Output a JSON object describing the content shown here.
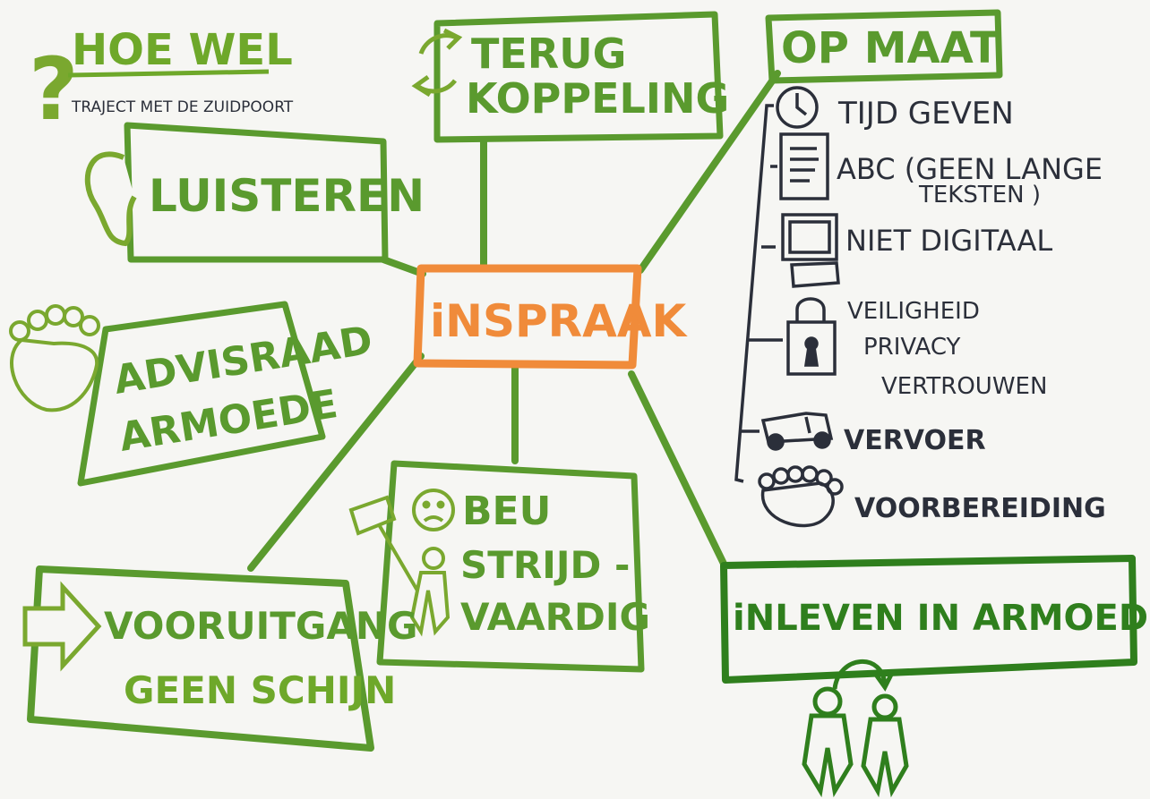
{
  "colors": {
    "paper": "#f6f6f3",
    "green": "#5a9a2e",
    "green_dark": "#2f7f1d",
    "orange": "#f08b3a",
    "ink": "#2b2f3a"
  },
  "header": {
    "question": "HOE WEL",
    "subtitle": "TRAJECT MET DE ZUIDPOORT"
  },
  "center": {
    "label": "iNSPRAAK"
  },
  "nodes": {
    "terugkoppeling": {
      "line1": "TERUG",
      "line2": "KOPPELING",
      "icon": "cycle-arrows-icon"
    },
    "luisteren": {
      "label": "LUISTEREN",
      "icon": "ear-icon"
    },
    "advisraad": {
      "line1": "ADVISRAAD",
      "line2": "ARMOEDE",
      "icon": "group-heads-icon"
    },
    "beu": {
      "line1": "BEU",
      "line2": "STRIJD -",
      "line3": "VAARDIG",
      "icons": [
        "sad-face-icon",
        "protester-with-sign-icon"
      ]
    },
    "vooruitgang": {
      "line1": "VOORUITGANG",
      "line2": "GEEN SCHIJN",
      "icon": "arrow-right-icon"
    },
    "inleven": {
      "label": "iNLEVEN IN ARMOEDE",
      "icon": "two-people-icon"
    },
    "op_maat": {
      "title": "OP MAAT"
    }
  },
  "op_maat_items": [
    {
      "icon": "clock-icon",
      "text1": "TIJD GEVEN",
      "text2": ""
    },
    {
      "icon": "document-icon",
      "text1": "ABC (GEEN LANGE",
      "text2": "TEKSTEN )"
    },
    {
      "icon": "computer-icon",
      "text1": "NIET DIGITAAL",
      "text2": ""
    },
    {
      "icon": "padlock-icon",
      "text1": "VEILIGHEID",
      "text2": "PRIVACY",
      "text3": "VERTROUWEN"
    },
    {
      "icon": "van-icon",
      "text1": "VERVOER",
      "text2": ""
    },
    {
      "icon": "group-heads-icon",
      "text1": "VOORBEREIDING",
      "text2": ""
    }
  ]
}
